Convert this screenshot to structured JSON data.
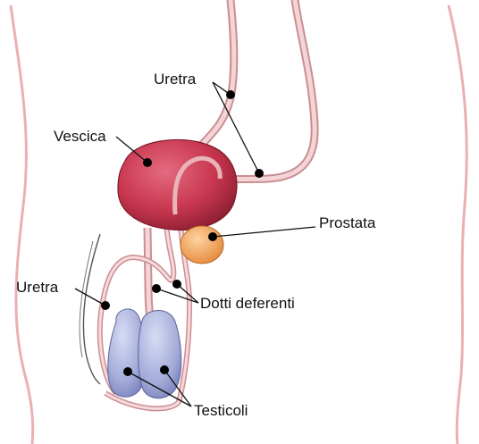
{
  "labels": {
    "uretra_top": "Uretra",
    "vescica": "Vescica",
    "prostata": "Prostata",
    "uretra_left": "Uretra",
    "dotti_deferenti": "Dotti deferenti",
    "testicoli": "Testicoli"
  },
  "colors": {
    "body_outline": "#e8a0a4",
    "bladder": "#c8374f",
    "urethra": "#d97c83",
    "prostate": "#f0a25a",
    "testes": "#a8b0dc",
    "leader_line": "#111111"
  }
}
